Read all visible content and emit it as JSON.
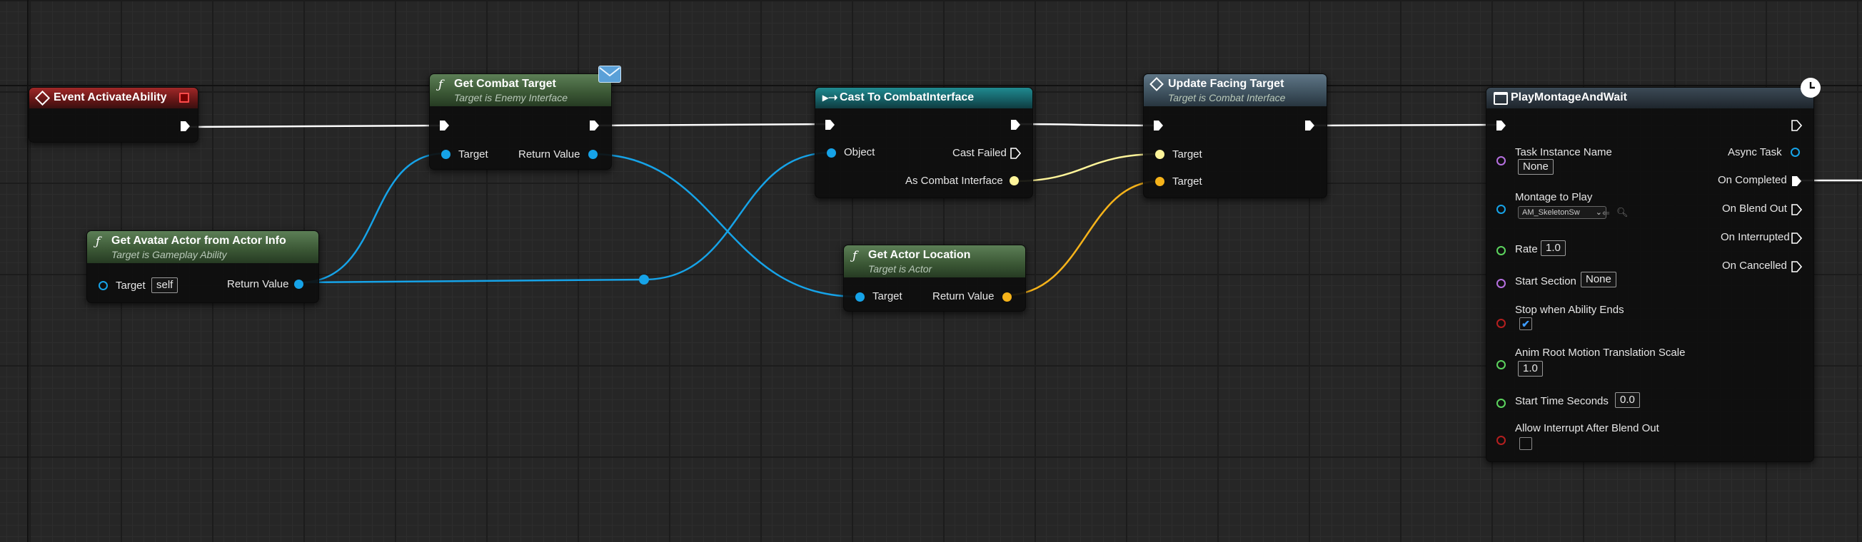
{
  "nodes": {
    "event": {
      "title": "Event ActivateAbility"
    },
    "get_avatar": {
      "title": "Get Avatar Actor from Actor Info",
      "subtitle": "Target is Gameplay Ability",
      "target_label": "Target",
      "target_value": "self",
      "return_label": "Return Value"
    },
    "get_combat_target": {
      "title": "Get Combat Target",
      "subtitle": "Target is Enemy Interface",
      "target_label": "Target",
      "return_label": "Return Value"
    },
    "cast": {
      "title": "Cast To CombatInterface",
      "object_label": "Object",
      "cast_failed_label": "Cast Failed",
      "as_label": "As Combat Interface"
    },
    "get_actor_location": {
      "title": "Get Actor Location",
      "subtitle": "Target is Actor",
      "target_label": "Target",
      "return_label": "Return Value"
    },
    "update_facing": {
      "title": "Update Facing Target",
      "subtitle": "Target is Combat Interface",
      "target1_label": "Target",
      "target2_label": "Target"
    },
    "play_montage": {
      "title": "PlayMontageAndWait",
      "task_instance_name_label": "Task Instance Name",
      "task_instance_name_value": "None",
      "montage_label": "Montage to Play",
      "montage_value": "AM_SkeletonSw",
      "rate_label": "Rate",
      "rate_value": "1.0",
      "start_section_label": "Start Section",
      "start_section_value": "None",
      "stop_when_ends_label": "Stop when Ability Ends",
      "stop_when_ends_checked": "✔",
      "anim_root_label": "Anim Root Motion Translation Scale",
      "anim_root_value": "1.0",
      "start_time_label": "Start Time Seconds",
      "start_time_value": "0.0",
      "allow_interrupt_label": "Allow Interrupt After Blend Out",
      "async_task_label": "Async Task",
      "on_completed_label": "On Completed",
      "on_blend_out_label": "On Blend Out",
      "on_interrupted_label": "On Interrupted",
      "on_cancelled_label": "On Cancelled"
    }
  },
  "icons": {
    "function": "ƒ",
    "event": "event-diamond-icon",
    "cast": "cast-arrow-icon",
    "message": "envelope-icon",
    "latent": "clock-icon",
    "task": "task-grid-icon"
  },
  "colors": {
    "exec_wire": "#ffffff",
    "object_wire": "#16a3e8",
    "vector_wire": "#f6b31a",
    "interface_wire": "#fff59a",
    "event_header": "#a02828",
    "function_header": "#5c7f56",
    "cast_header": "#1f8a90"
  }
}
